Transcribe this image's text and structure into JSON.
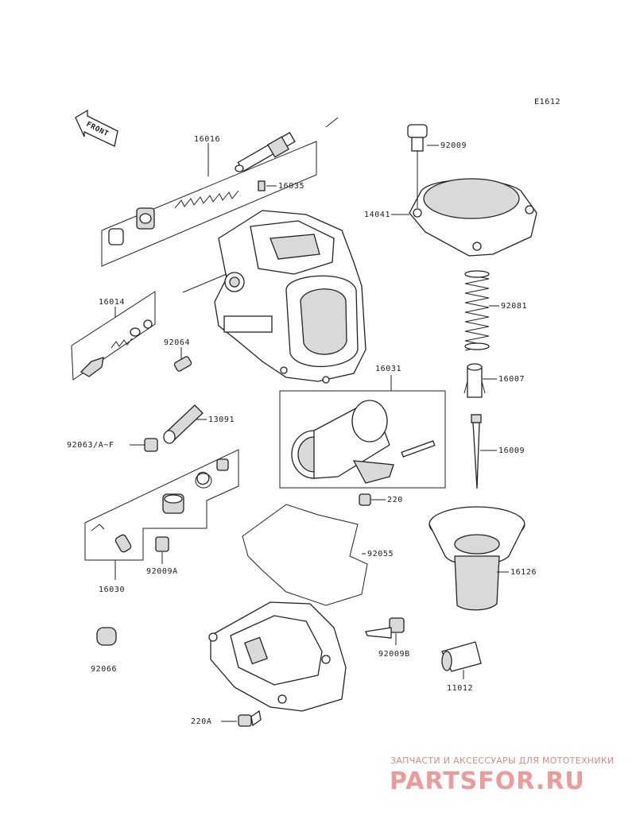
{
  "diagram_code": "E1612",
  "front_label": "FRONT",
  "labels": {
    "p16016": "16016",
    "p16035": "16035",
    "p92009": "92009",
    "p14041": "14041",
    "p16014": "16014",
    "p92064": "92064",
    "p92081": "92081",
    "p16007": "16007",
    "p16031": "16031",
    "p13091": "13091",
    "p92063": "92063/A~F",
    "p16009": "16009",
    "p220": "220",
    "p92055": "92055",
    "p16126": "16126",
    "p16030": "16030",
    "p92009A": "92009A",
    "p92066": "92066",
    "p92009B": "92009B",
    "p11012": "11012",
    "p220A": "220A"
  },
  "watermark": {
    "line1": "ЗАПЧАСТИ И АКСЕССУАРЫ ДЛЯ МОТОТЕХНИКИ",
    "line2": "PARTSFOR.RU"
  }
}
